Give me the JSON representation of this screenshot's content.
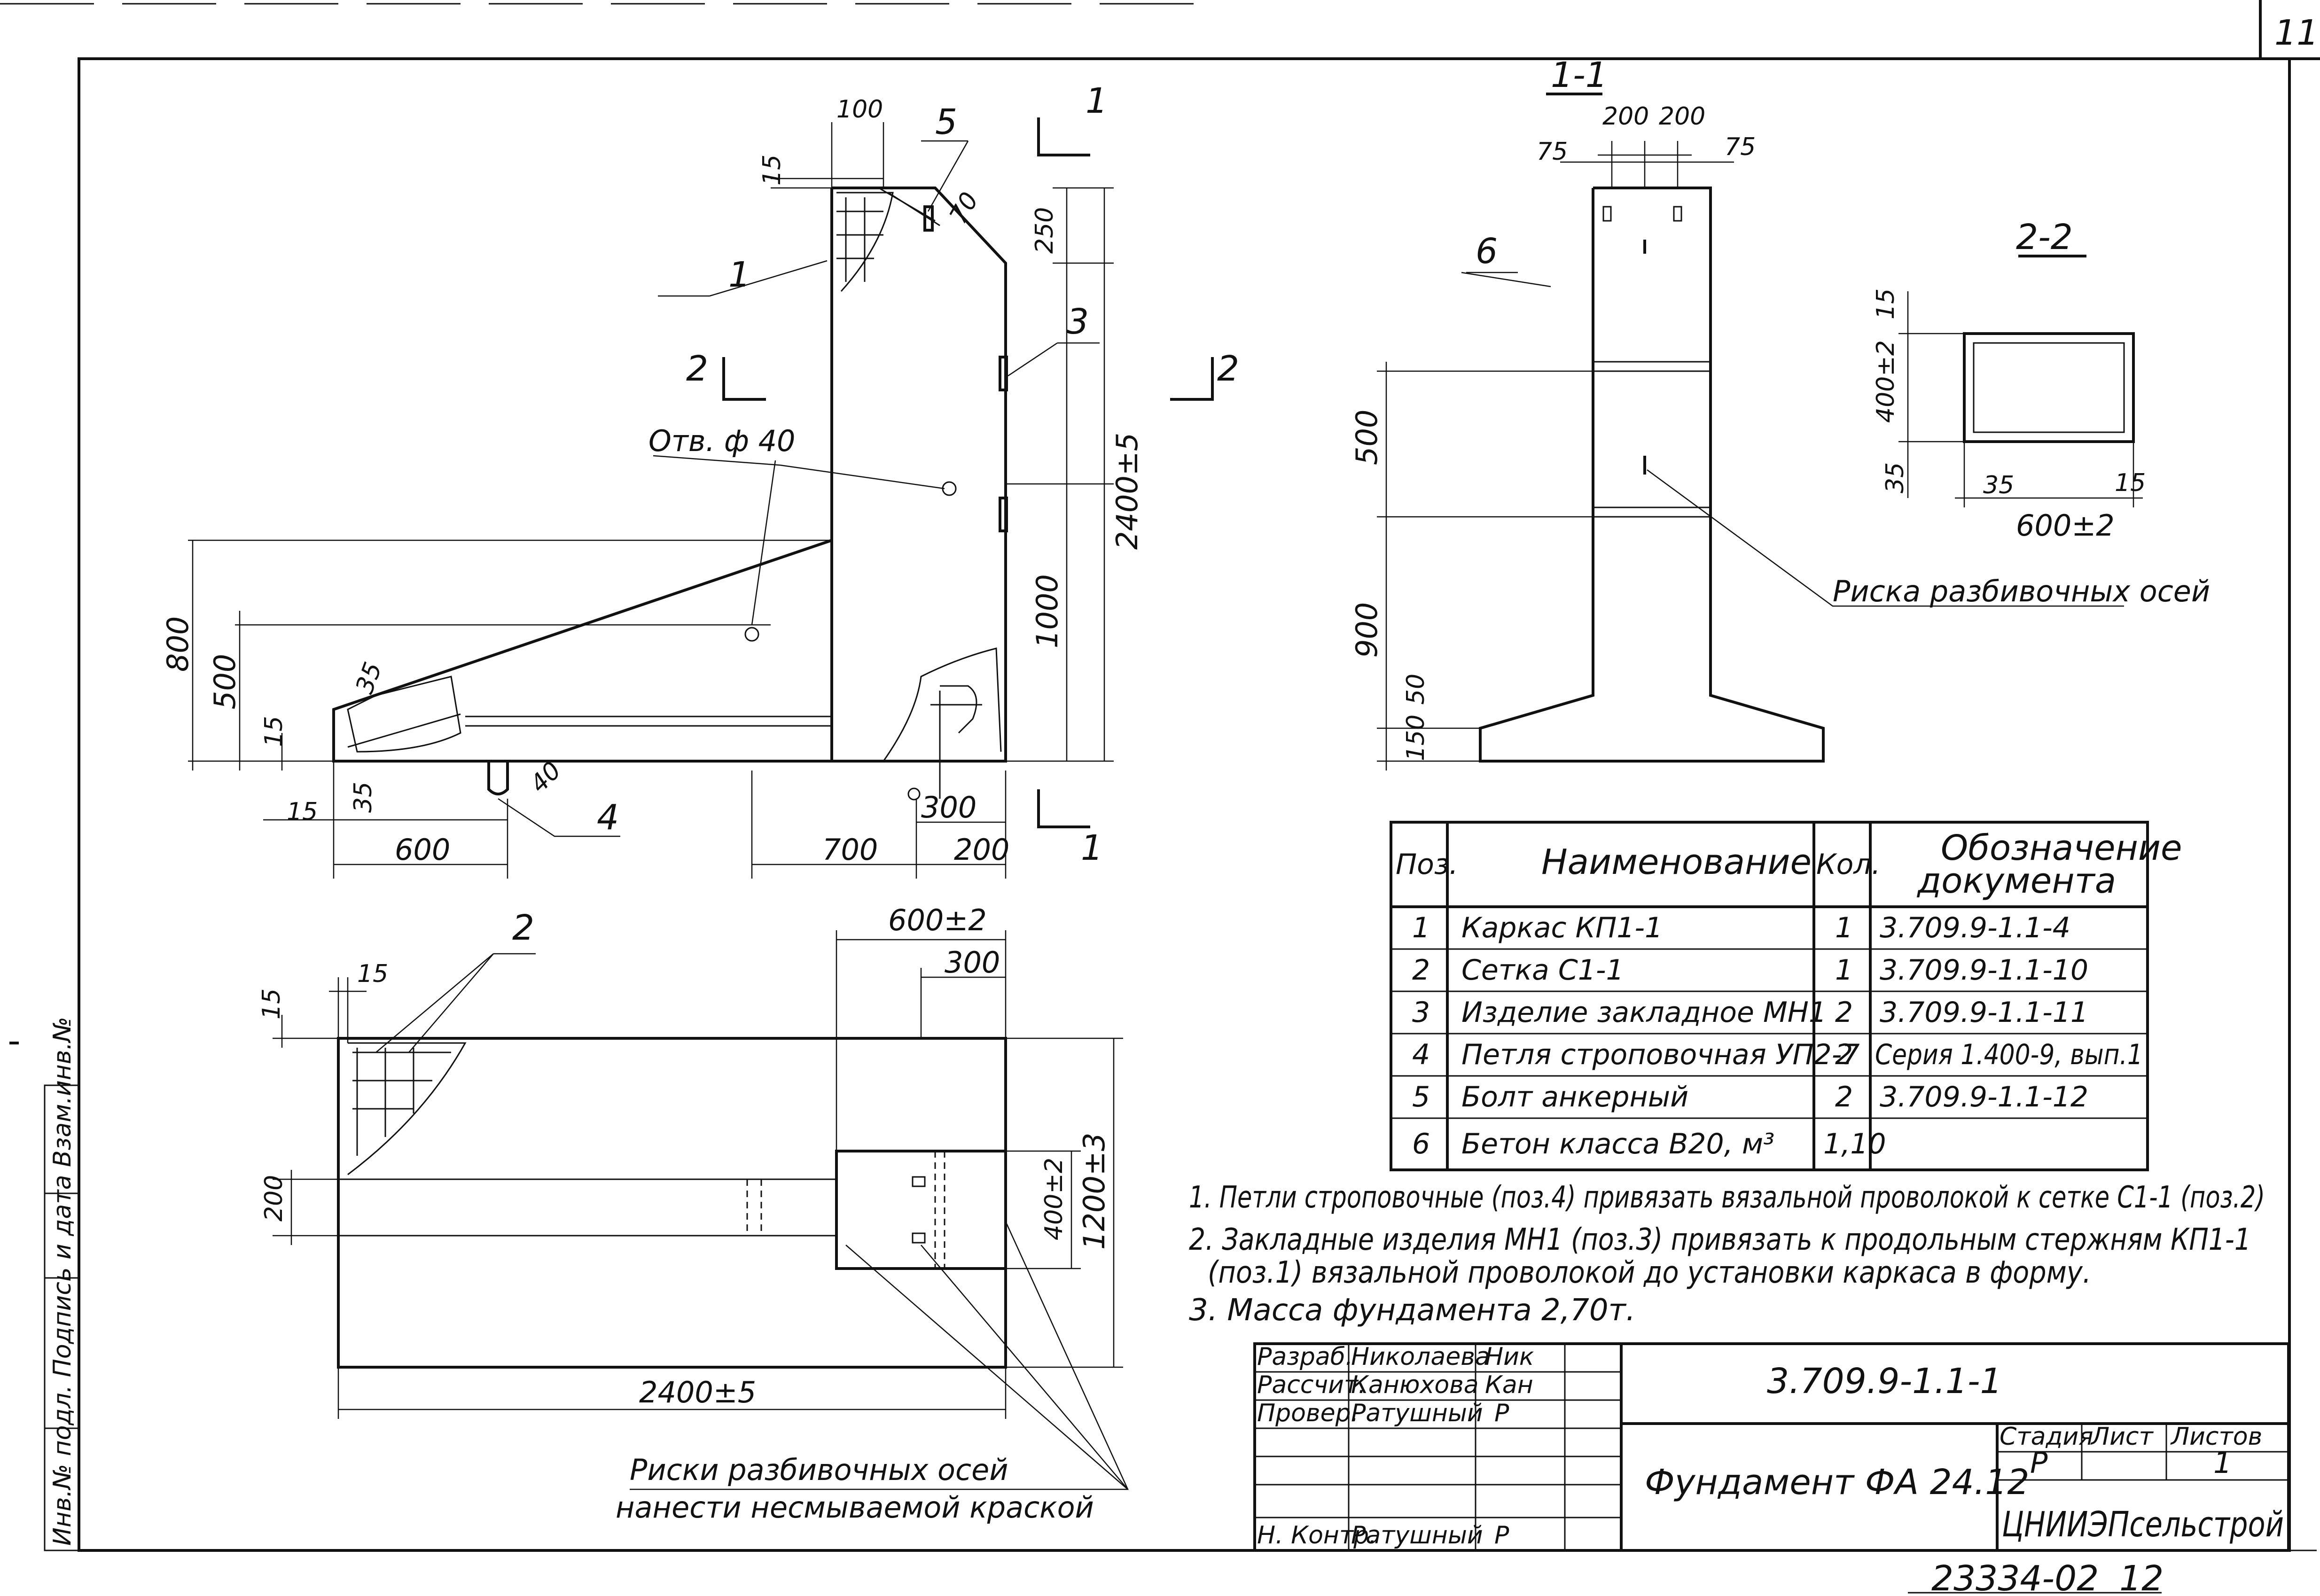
{
  "sheet": {
    "number": "11",
    "bottom_code": "23334-02",
    "bottom_sheet": "12"
  },
  "side_strip": {
    "label": "Инв.№ подл.  Подпись и дата  Взам.инв.№"
  },
  "front_view": {
    "dims": {
      "d100": "100",
      "d15a": "15",
      "d70": "70",
      "d250": "250",
      "d2400": "2400±5",
      "d1000": "1000",
      "d800": "800",
      "d500": "500",
      "d15b": "15",
      "d35a": "35",
      "d35b": "35",
      "d15c": "15",
      "d600": "600",
      "d40": "40",
      "d300": "300",
      "d700": "700",
      "d200": "200"
    },
    "labels": {
      "p1": "1",
      "p3": "3",
      "p4": "4",
      "p5": "5",
      "hole": "Отв. ф 40",
      "sec1_top": "1",
      "sec1_bot": "1",
      "sec2_left": "2",
      "sec2_right": "2"
    }
  },
  "section_1_1": {
    "title": "1-1",
    "dims": {
      "d75a": "75",
      "d200a": "200",
      "d200b": "200",
      "d75b": "75",
      "d500": "500",
      "d900": "900",
      "d50": "50",
      "d150": "150"
    },
    "labels": {
      "p6": "6",
      "risk": "Риска разбивочных осей"
    }
  },
  "section_2_2": {
    "title": "2-2",
    "dims": {
      "d15a": "15",
      "d400": "400±2",
      "d35a": "35",
      "d35b": "35",
      "d15b": "15",
      "d600": "600±2"
    }
  },
  "plan_view": {
    "dims": {
      "d600": "600±2",
      "d300": "300",
      "d15a": "15",
      "d15b": "15",
      "d200": "200",
      "d400": "400±2",
      "d1200": "1200±3",
      "d2400": "2400±5"
    },
    "labels": {
      "p2": "2"
    },
    "note_line1": "Риски разбивочных осей",
    "note_line2": "нанести несмываемой краской"
  },
  "spec_table": {
    "headers": {
      "pos": "Поз.",
      "name": "Наименование",
      "qty": "Кол.",
      "doc_line1": "Обозначение",
      "doc_line2": "документа"
    },
    "rows": [
      {
        "pos": "1",
        "name": "Каркас КП1-1",
        "qty": "1",
        "doc": "3.709.9-1.1-4"
      },
      {
        "pos": "2",
        "name": "Сетка С1-1",
        "qty": "1",
        "doc": "3.709.9-1.1-10"
      },
      {
        "pos": "3",
        "name": "Изделие закладное МН1",
        "qty": "2",
        "doc": "3.709.9-1.1-11"
      },
      {
        "pos": "4",
        "name": "Петля строповочная УП2-7",
        "qty": "2",
        "doc": "Серия 1.400-9, вып.1"
      },
      {
        "pos": "5",
        "name": "Болт анкерный",
        "qty": "2",
        "doc": "3.709.9-1.1-12"
      },
      {
        "pos": "6",
        "name": "Бетон класса В20, м³",
        "qty": "1,10",
        "doc": ""
      }
    ]
  },
  "notes": [
    "1. Петли строповочные (поз.4) привязать вязальной проволокой к сетке С1-1 (поз.2)",
    "2. Закладные изделия МН1 (поз.3) привязать к продольным стержням КП1-1",
    "(поз.1) вязальной проволокой до установки каркаса в форму.",
    "3. Масса фундамента 2,70т."
  ],
  "title_block": {
    "roles": [
      {
        "role": "Разраб.",
        "name": "Николаева",
        "sign": "Ник"
      },
      {
        "role": "Рассчит.",
        "name": "Канюхова",
        "sign": "Кан"
      },
      {
        "role": "Провер.",
        "name": "Ратушный",
        "sign": "Р"
      },
      {
        "role": "",
        "name": "",
        "sign": ""
      },
      {
        "role": "",
        "name": "",
        "sign": ""
      },
      {
        "role": "",
        "name": "",
        "sign": ""
      },
      {
        "role": "Н. Контр.",
        "name": "Ратушный",
        "sign": "Р"
      }
    ],
    "code": "3.709.9-1.1-1",
    "product": "Фундамент ФА 24.12",
    "stage_header": "Стадия",
    "sheet_header": "Лист",
    "sheets_header": "Листов",
    "stage": "Р",
    "sheet": "",
    "sheets": "1",
    "org": "ЦНИИЭПсельстрой"
  }
}
